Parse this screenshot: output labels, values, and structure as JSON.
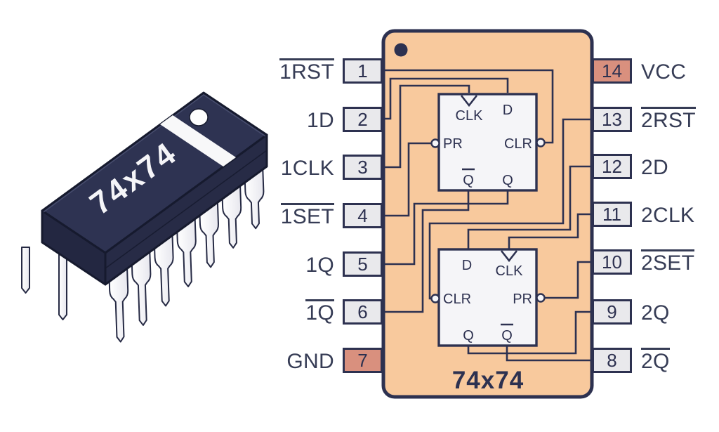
{
  "illustration": {
    "chip_label": "74x74"
  },
  "pinout": {
    "title": "74x74",
    "colors": {
      "body": "#f8c99d",
      "outline": "#2d3150",
      "pin_default": "#e9e9ec",
      "pin_power": "#d9907e",
      "flip_flop_fill": "#f5f5f8",
      "label_text": "#363c55"
    },
    "left_pins": [
      {
        "number": "1",
        "label": "1RST",
        "negated": true,
        "power": false
      },
      {
        "number": "2",
        "label": "1D",
        "negated": false,
        "power": false
      },
      {
        "number": "3",
        "label": "1CLK",
        "negated": false,
        "power": false
      },
      {
        "number": "4",
        "label": "1SET",
        "negated": true,
        "power": false
      },
      {
        "number": "5",
        "label": "1Q",
        "negated": false,
        "power": false
      },
      {
        "number": "6",
        "label": "1Q",
        "negated": true,
        "power": false
      },
      {
        "number": "7",
        "label": "GND",
        "negated": false,
        "power": true
      }
    ],
    "right_pins": [
      {
        "number": "14",
        "label": "VCC",
        "negated": false,
        "power": true
      },
      {
        "number": "13",
        "label": "2RST",
        "negated": true,
        "power": false
      },
      {
        "number": "12",
        "label": "2D",
        "negated": false,
        "power": false
      },
      {
        "number": "11",
        "label": "2CLK",
        "negated": false,
        "power": false
      },
      {
        "number": "10",
        "label": "2SET",
        "negated": true,
        "power": false
      },
      {
        "number": "9",
        "label": "2Q",
        "negated": false,
        "power": false
      },
      {
        "number": "8",
        "label": "2Q",
        "negated": true,
        "power": false
      }
    ],
    "flip_flops": [
      {
        "top_left": "CLK",
        "top_right": "D",
        "mid_left": "PR",
        "mid_right": "CLR",
        "bottom_left": "Q",
        "bottom_left_negated": true,
        "bottom_right": "Q",
        "bottom_right_negated": false
      },
      {
        "top_left": "D",
        "top_right": "CLK",
        "mid_left": "CLR",
        "mid_right": "PR",
        "bottom_left": "Q",
        "bottom_left_negated": false,
        "bottom_right": "Q",
        "bottom_right_negated": true
      }
    ]
  }
}
